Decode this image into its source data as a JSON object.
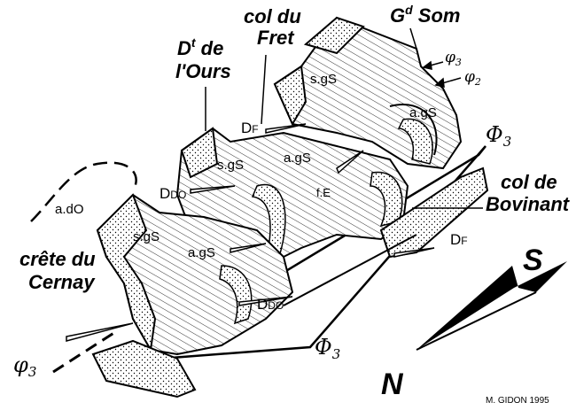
{
  "places": {
    "gd_som_main": "G",
    "gd_som_sup": "d",
    "gd_som_rest": " Som",
    "col_fret_1": "col du",
    "col_fret_2": "Fret",
    "dt_ours_main": "D",
    "dt_ours_sup": "t",
    "dt_ours_rest": " de",
    "dt_ours_2": "l'Ours",
    "col_bovinant_1": "col de",
    "col_bovinant_2": "Bovinant",
    "crete_cernay_1": "crête du",
    "crete_cernay_2": "Cernay"
  },
  "units": {
    "sgs": "s.gS",
    "ags": "a.gS",
    "ado": "a.dO",
    "fe": "f.E"
  },
  "faults": {
    "d_main": "D",
    "f_sub": "F",
    "do_sub": "DO"
  },
  "phases": {
    "phi_upper": "φ",
    "phi_3_sub": "3",
    "phi_lower_3": "φ",
    "phi_lower_2": "φ",
    "phi_2_sub": "2",
    "Phi_upper": "Φ",
    "Phi_3_sub": "3"
  },
  "orientation": {
    "south": "S",
    "north": "N"
  },
  "credit": "M. GIDON 1995"
}
